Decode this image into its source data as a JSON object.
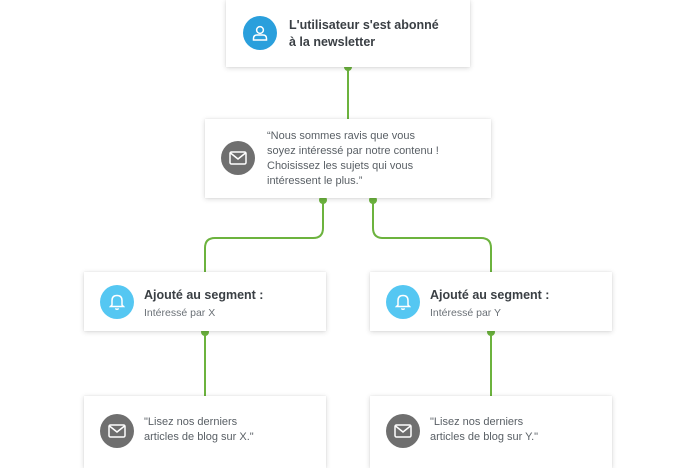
{
  "colors": {
    "connector": "#6cb33e",
    "icon_user": "#2a9fdc",
    "icon_segment": "#55c7f2",
    "icon_message": "#6f6f6f"
  },
  "trigger": {
    "icon": "user-icon",
    "title": "L'utilisateur s'est abonné\nà la newsletter"
  },
  "welcome_message": {
    "icon": "envelope-icon",
    "text": "“Nous sommes ravis que vous\nsoyez intéressé par notre contenu !\nChoisissez les sujets qui vous\nintéressent le plus.”"
  },
  "branches": [
    {
      "segment": {
        "icon": "bell-icon",
        "title": "Ajouté au segment :",
        "subtitle": "Intéressé par X"
      },
      "message": {
        "icon": "envelope-icon",
        "text": "\"Lisez nos derniers\narticles de blog sur X.\""
      }
    },
    {
      "segment": {
        "icon": "bell-icon",
        "title": "Ajouté au segment :",
        "subtitle": "Intéressé par Y"
      },
      "message": {
        "icon": "envelope-icon",
        "text": "\"Lisez nos derniers\narticles de blog sur Y.\""
      }
    }
  ]
}
